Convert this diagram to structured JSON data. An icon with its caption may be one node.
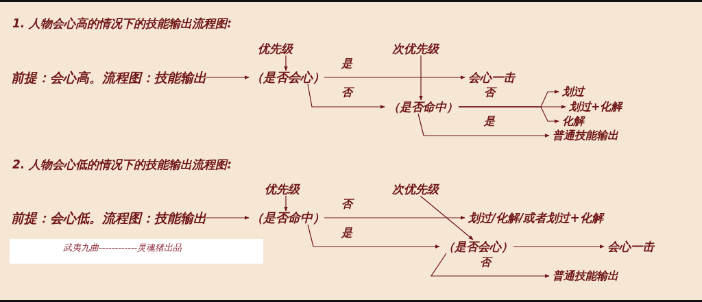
{
  "diagram": {
    "nodes": [
      {
        "text": [
          "前提：会心高。流程图：技能输出"
        ]
      },
      {
        "text": [
          "（是否会心）"
        ]
      },
      {
        "text": [
          "优先级"
        ]
      },
      {
        "text": [
          "会心一击"
        ]
      },
      {
        "text": [
          "（是否命中）"
        ]
      },
      {
        "text": [
          "次优先级"
        ]
      },
      {
        "text": [
          "划过"
        ]
      },
      {
        "text": [
          "划过+化解"
        ]
      },
      {
        "text": [
          "化解"
        ]
      },
      {
        "text": [
          "普通技能输出"
        ]
      },
      {
        "text": [
          "前提：会心低。流程图：技能输出"
        ]
      },
      {
        "text": [
          "（是否命中）"
        ]
      },
      {
        "text": [
          "优先级"
        ]
      },
      {
        "text": [
          "划过/化解/或者划过+化解"
        ]
      },
      {
        "text": [
          "（是否会心）"
        ]
      },
      {
        "text": [
          "次优先级"
        ]
      },
      {
        "text": [
          "会心一击"
        ]
      },
      {
        "text": [
          "普通技能输出"
        ]
      }
    ],
    "edges": [
      {
        "from": 0,
        "to": 1,
        "arrow": "to"
      },
      {
        "from": 2,
        "to": 1,
        "arrow": "to"
      },
      {
        "from": 1,
        "to": 3,
        "arrow": "to",
        "label": "是"
      },
      {
        "from": 1,
        "to": 4,
        "arrow": "to",
        "label": "否"
      },
      {
        "from": 5,
        "to": 4,
        "arrow": "to"
      },
      {
        "from": 4,
        "to": 6,
        "arrow": "to"
      },
      {
        "from": 4,
        "to": 7,
        "arrow": "to",
        "label": "否"
      },
      {
        "from": 4,
        "to": 8,
        "arrow": "to"
      },
      {
        "from": 4,
        "to": 9,
        "arrow": "to",
        "label": "是"
      },
      {
        "from": 10,
        "to": 11,
        "arrow": "to"
      },
      {
        "from": 12,
        "to": 11,
        "arrow": "to"
      },
      {
        "from": 11,
        "to": 13,
        "arrow": "to",
        "label": "否"
      },
      {
        "from": 11,
        "to": 14,
        "arrow": "to",
        "label": "是"
      },
      {
        "from": 15,
        "to": 14,
        "arrow": "to"
      },
      {
        "from": 14,
        "to": 16,
        "arrow": "to"
      },
      {
        "from": 14,
        "to": 17,
        "arrow": "to",
        "label": "否"
      }
    ],
    "labels": [
      "1. 人物会心高的情况下的技能输出流程图:",
      "2. 人物会心低的情况下的技能输出流程图:",
      "武夷九曲------------灵魂猪出品"
    ]
  }
}
